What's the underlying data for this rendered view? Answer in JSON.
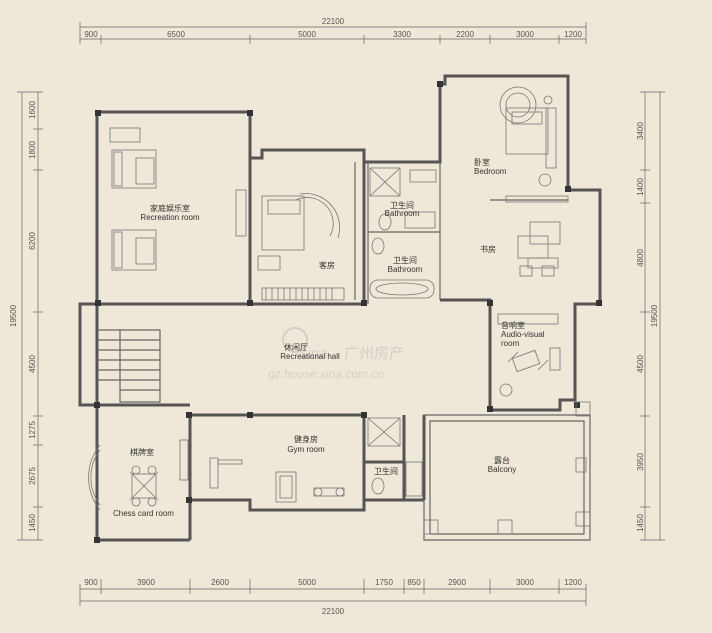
{
  "dimensions": {
    "top_total": "22100",
    "top_segments": [
      "900",
      "6500",
      "5000",
      "3300",
      "2200",
      "3000",
      "1200"
    ],
    "bottom_total": "22100",
    "bottom_segments": [
      "900",
      "3900",
      "2600",
      "5000",
      "1750",
      "850",
      "2900",
      "3000",
      "1200"
    ],
    "left_total": "19500",
    "left_segments": [
      "1600",
      "1800",
      "6200",
      "4500",
      "1275",
      "2675",
      "1450"
    ],
    "right_total": "19500",
    "right_segments": [
      "3400",
      "1400",
      "4800",
      "4500",
      "3950",
      "1450"
    ]
  },
  "rooms": {
    "recreation": {
      "cn": "家庭娱乐室",
      "en": "Recreation room"
    },
    "guest": {
      "cn": "客房"
    },
    "bath1": {
      "cn": "卫生间",
      "en": "Bathroom"
    },
    "bath2": {
      "cn": "卫生间",
      "en": "Bathroom"
    },
    "bedroom": {
      "cn": "卧室",
      "en": "Bedroom"
    },
    "study": {
      "cn": "书房"
    },
    "hall": {
      "cn": "休闲厅",
      "en": "Recreational hall"
    },
    "audio": {
      "cn": "音响室",
      "en1": "Audio-visual",
      "en2": "room"
    },
    "chess": {
      "cn": "棋牌室",
      "en": "Chess card room"
    },
    "gym": {
      "cn": "健身房",
      "en": "Gym room"
    },
    "bath3": {
      "cn": "卫生间"
    },
    "balcony": {
      "cn": "露台",
      "en": "Balcony"
    }
  },
  "watermark": {
    "brand": "sina",
    "cn": "广州房产",
    "url": "gz.house.sina.com.cn"
  }
}
